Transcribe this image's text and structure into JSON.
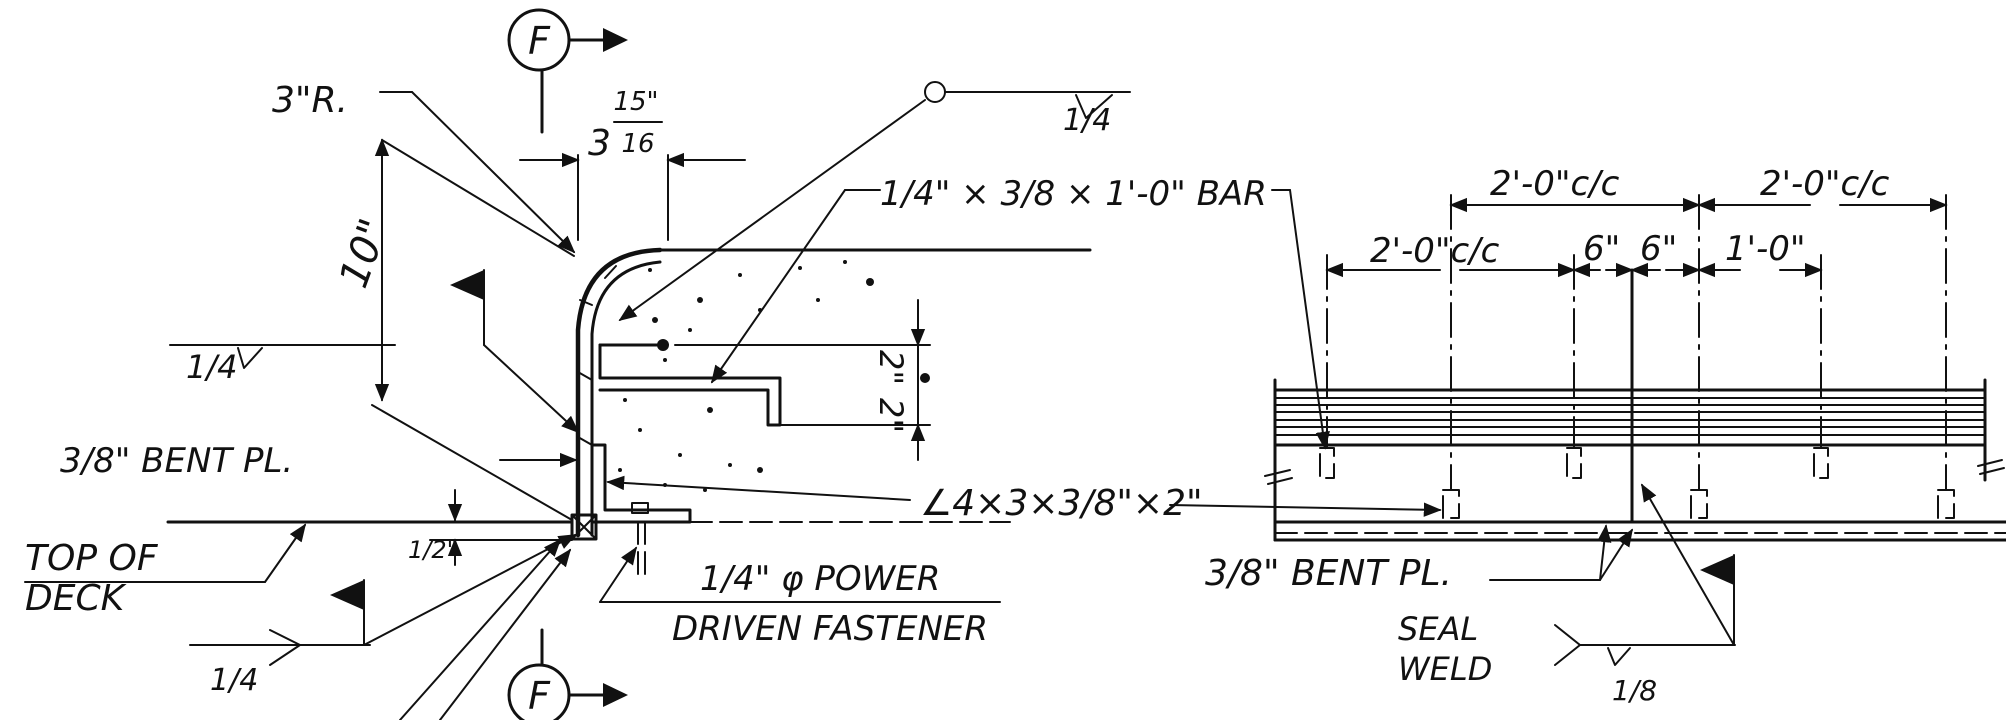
{
  "section_mark": {
    "letter": "F"
  },
  "left_detail": {
    "radius": "3\"R.",
    "dim_top_whole": "3",
    "dim_top_num": "15\"",
    "dim_top_den": "16",
    "dim_height": "10\"",
    "weld_left": "1/4",
    "weld_top": "1/4",
    "bar": "1/4\" × 3/8 × 1'-0\" BAR",
    "dim_two_upper": "2\"",
    "dim_two_lower": "2\"",
    "bent_pl": "3/8\" BENT PL.",
    "angle": "∠4×3×3/8\"×2\"",
    "top_of_deck_1": "TOP OF",
    "top_of_deck_2": "DECK",
    "dim_half": "1/2\"",
    "weld_bottom": "1/4",
    "fastener_1": "1/4\" φ POWER",
    "fastener_2": "DRIVEN FASTENER"
  },
  "right_detail": {
    "spacing_top_1": "2'-0\"c/c",
    "spacing_top_2": "2'-0\"c/c",
    "spacing_bot_1": "2'-0\"c/c",
    "spacing_bot_2": "6\"",
    "spacing_bot_3": "6\"",
    "spacing_bot_4": "1'-0\"",
    "bent_pl": "3/8\" BENT PL.",
    "seal_1": "SEAL",
    "seal_2": "WELD",
    "weld_size": "1/8"
  }
}
